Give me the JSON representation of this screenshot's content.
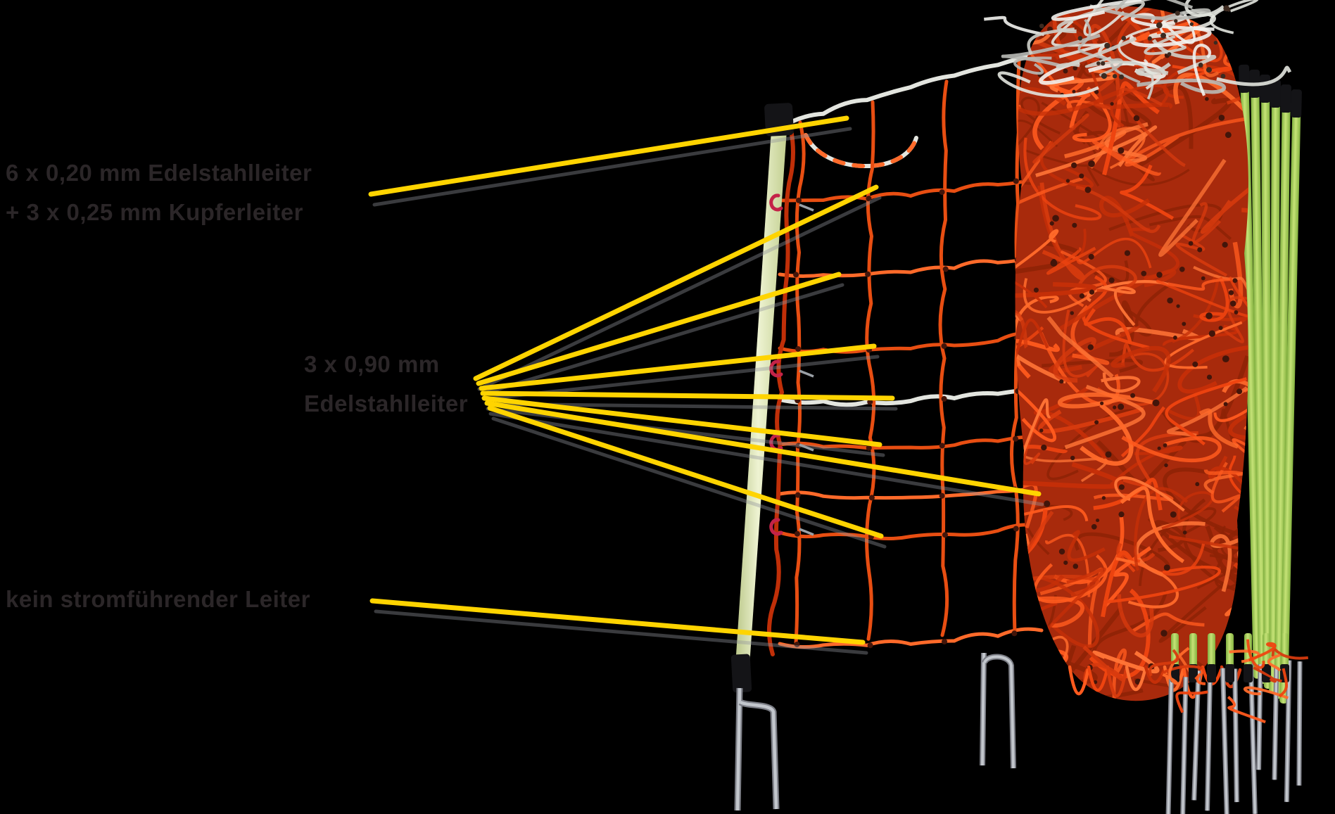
{
  "figure": {
    "labels": {
      "top": {
        "line1": "6 x 0,20 mm Edelstahlleiter",
        "line2": "+ 3 x 0,25 mm Kupferleiter"
      },
      "middle": {
        "line1": "3 x 0,90 mm",
        "line2": "Edelstahlleiter"
      },
      "bottom": {
        "line1": "kein stromführender Leiter"
      }
    }
  },
  "colors": {
    "background": "#000000",
    "annotation_yellow": "#ffd400",
    "label_text": "#2b2628",
    "net_orange": "#e84e12",
    "net_orange_light": "#ff6a2a",
    "net_orange_dark": "#c02f08",
    "net_shade": "#8e2206",
    "net_white": "#e3e5df",
    "knot_brown": "#42150a",
    "post_pale": "#e7eec6",
    "rod_green": "#aed25f",
    "cap_black": "#141417",
    "metal": "#c2c6cc",
    "metal_dark": "#7c7e86",
    "clip_red": "#c42348"
  }
}
